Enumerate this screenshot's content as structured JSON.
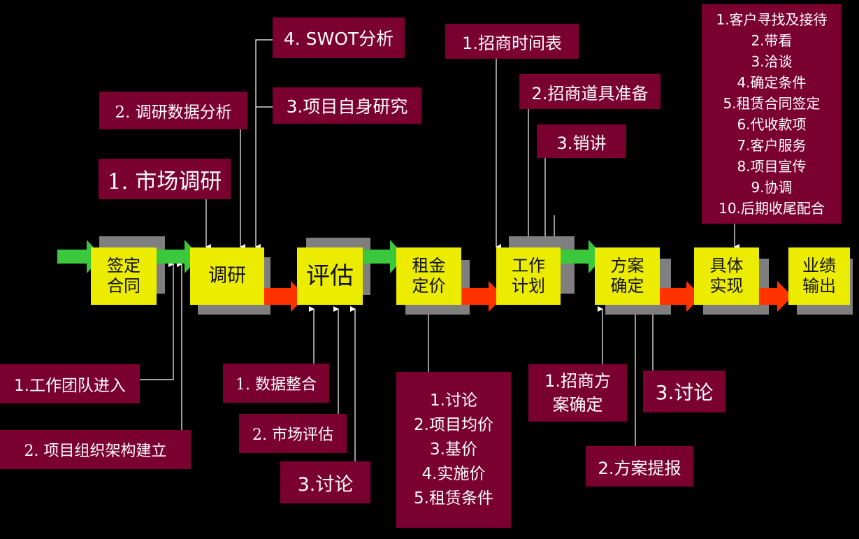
{
  "stages": [
    {
      "id": "sign",
      "label": "签定\n合同"
    },
    {
      "id": "research",
      "label": "调研"
    },
    {
      "id": "assess",
      "label": "评估"
    },
    {
      "id": "rent",
      "label": "租金\n定价"
    },
    {
      "id": "plan",
      "label": "工作\n计划"
    },
    {
      "id": "scheme",
      "label": "方案\n确定"
    },
    {
      "id": "implement",
      "label": "具体\n实现"
    },
    {
      "id": "output",
      "label": "业绩\n输出"
    }
  ],
  "notes": {
    "team_enter": "1.工作团队进入",
    "org_structure": "2. 项目组织架构建立",
    "market_research": "1. 市场调研",
    "data_analysis": "2. 调研数据分析",
    "self_study": "3.项目自身研究",
    "swot": "4. SWOT分析",
    "data_integration": "1. 数据整合",
    "market_assess": "2. 市场评估",
    "assess_discuss": "3.讨论",
    "pricing_list": [
      "1.讨论",
      "2.项目均价",
      "3.基价",
      "4.实施价",
      "5.租赁条件"
    ],
    "schedule": "1.招商时间表",
    "props": "2.招商道具准备",
    "promo": "3.销讲",
    "scheme_confirm": "1.招商方案确定",
    "scheme_submit": "2.方案提报",
    "scheme_discuss": "3.讨论",
    "implement_list": [
      "1.客户寻找及接待",
      "2.带看",
      "3.洽谈",
      "4.确定条件",
      "5.租赁合同签定",
      "6.代收款项",
      "7.客户服务",
      "8.项目宣传",
      "9.协调",
      "10.后期收尾配合"
    ]
  },
  "colors": {
    "stage": "#ecec00",
    "note": "#7a0030",
    "green_arrow": "#3cc83c",
    "red_arrow": "#ff3300",
    "shadow": "#7f7f7f"
  }
}
